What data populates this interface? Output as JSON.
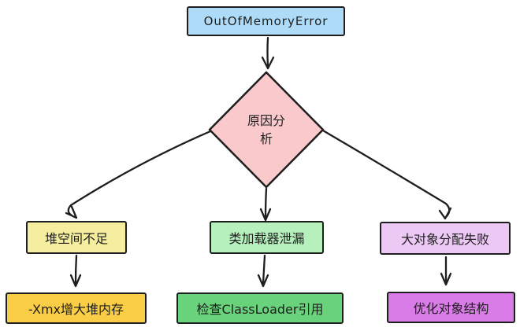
{
  "diagram": {
    "type": "flowchart",
    "edges": [
      {
        "from": "OutOfMemoryError",
        "to": "原因分析"
      },
      {
        "from": "原因分析",
        "to": "堆空间不足"
      },
      {
        "from": "原因分析",
        "to": "类加载器泄漏"
      },
      {
        "from": "原因分析",
        "to": "大对象分配失败"
      },
      {
        "from": "堆空间不足",
        "to": "-Xmx增大堆内存"
      },
      {
        "from": "类加载器泄漏",
        "to": "检查ClassLoader引用"
      },
      {
        "from": "大对象分配失败",
        "to": "优化对象结构"
      }
    ]
  },
  "nodes": {
    "root": {
      "label": "OutOfMemoryError",
      "fill": "#aedcf8"
    },
    "decision": {
      "label": "原因分析",
      "lines": [
        "原因分",
        "析"
      ],
      "fill": "#fac9cb"
    },
    "cause_heap": {
      "label": "堆空间不足",
      "fill": "#f5ee9e"
    },
    "cause_classloader": {
      "label": "类加载器泄漏",
      "fill": "#b5f0bd"
    },
    "cause_large_object": {
      "label": "大对象分配失败",
      "fill": "#ecc8f5"
    },
    "fix_heap": {
      "label": "-Xmx增大堆内存",
      "fill": "#f9cd45"
    },
    "fix_classloader": {
      "label": "检查ClassLoader引用",
      "fill": "#69d37b"
    },
    "fix_large_object": {
      "label": "优化对象结构",
      "fill": "#d97ce8"
    }
  },
  "colors": {
    "stroke": "#1e1e1e",
    "background": "#ffffff"
  }
}
